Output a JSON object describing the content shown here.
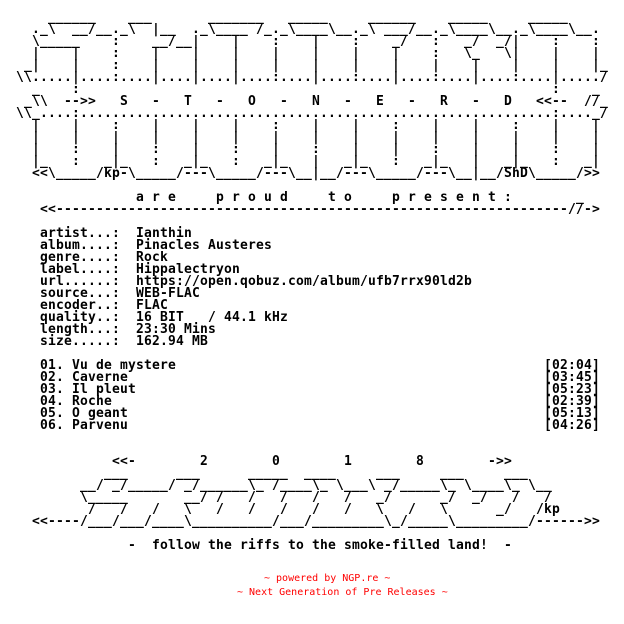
{
  "header_art": [
    "",
    "      ______    ___       _______   _____     ______    _____     _____",
    "    ._\\  __/__._\\  |__  ._\\____ /_._\\____\\__._\\ ___/__._\\____\\__._\\____\\__.",
    "    \\_____    :    __/__|    |    :    |    :    _/   :   _/  _/|    :    :",
    "    |    |    :    |    |    |    |    |    |    |    :   \\_   \\|    |    |",
    "   _|    |    :    |    |    |    |    |    |    |    |    |    |    |    |_",
    "  \\\\.....|....:....|....|....|....:....|....:....|....:....|....:....|...../",
    "    _    :                                                           :    _",
    "   _\\\\  -->>   S   -   T   -   O   -   N   -   E   -   R   -   D   <<--  //_",
    "  \\\\_....:...........................................................:...._/",
    "    |    |    :    |    |    |    :    |    |    :    |    |    :    |    |",
    "    |    |    |    |    |    |    |    |    |    |    |    |    |    |    |",
    "    |    :    |    :    |    :    |    :    |    |    :    |    |    :    |",
    "    |_   :   _|_   :   _|_   :   _|_   |   _|_   :   _|_   |   _|_   :   _|",
    "    <<\\_____/kp-\\_____/---\\_____/---\\__|__/---\\_____/---\\__|__/ShD\\_____/>>"
  ],
  "presents": {
    "line": "                 a r e     p r o u d     t o     p r e s e n t :        _",
    "divider": "     <<----------------------------------------------------------------//->"
  },
  "info": [
    {
      "label": "artist...:",
      "value": "Ianthin"
    },
    {
      "label": "album....:",
      "value": "Pinacles Austeres"
    },
    {
      "label": "genre....:",
      "value": "Rock"
    },
    {
      "label": "label....:",
      "value": "Hippalectryon"
    },
    {
      "label": "url......:",
      "value": "https://open.qobuz.com/album/ufb7rrx90ld2b"
    },
    {
      "label": "source...:",
      "value": "WEB-FLAC"
    },
    {
      "label": "encoder..:",
      "value": "FLAC"
    },
    {
      "label": "quality..:",
      "value": "16 BIT   / 44.1 kHz"
    },
    {
      "label": "length...:",
      "value": "23:30 Mins"
    },
    {
      "label": "size.....:",
      "value": "162.94 MB"
    }
  ],
  "tracks": [
    {
      "title": "01. Vu de mystere",
      "time": "[02:04]"
    },
    {
      "title": "02. Caverne",
      "time": "[03:45]"
    },
    {
      "title": "03. Il pleut",
      "time": "[05:23]"
    },
    {
      "title": "04. Roche",
      "time": "[02:39]"
    },
    {
      "title": "05. O geant",
      "time": "[05:13]"
    },
    {
      "title": "06. Parvenu",
      "time": "[04:26]"
    }
  ],
  "year_art": [
    "              <<-        2        0        1        8        ->>",
    "             ___      ___      _____  ____     ___     ___     ___",
    "          __/ _/_____/ _/______\\_ /____\\_ \\___\\ _/_____\\_ \\____\\_ \\__",
    "          \\_____       __/ /   /   /   /   /   _/      _/  _/   /   /",
    "           /   /   /   \\   /   /   /   /   /   \\   /   \\      _/   /kp",
    "    <<----/___/___/____\\__________/___/_________\\_/_____\\_________/------>>"
  ],
  "tagline": "                -  follow the riffs to the smoke-filled land!  -",
  "footer": {
    "line1": "~ powered by NGP.re ~",
    "line2": "~ Next Generation of Pre Releases ~",
    "color": "#ff0000"
  }
}
